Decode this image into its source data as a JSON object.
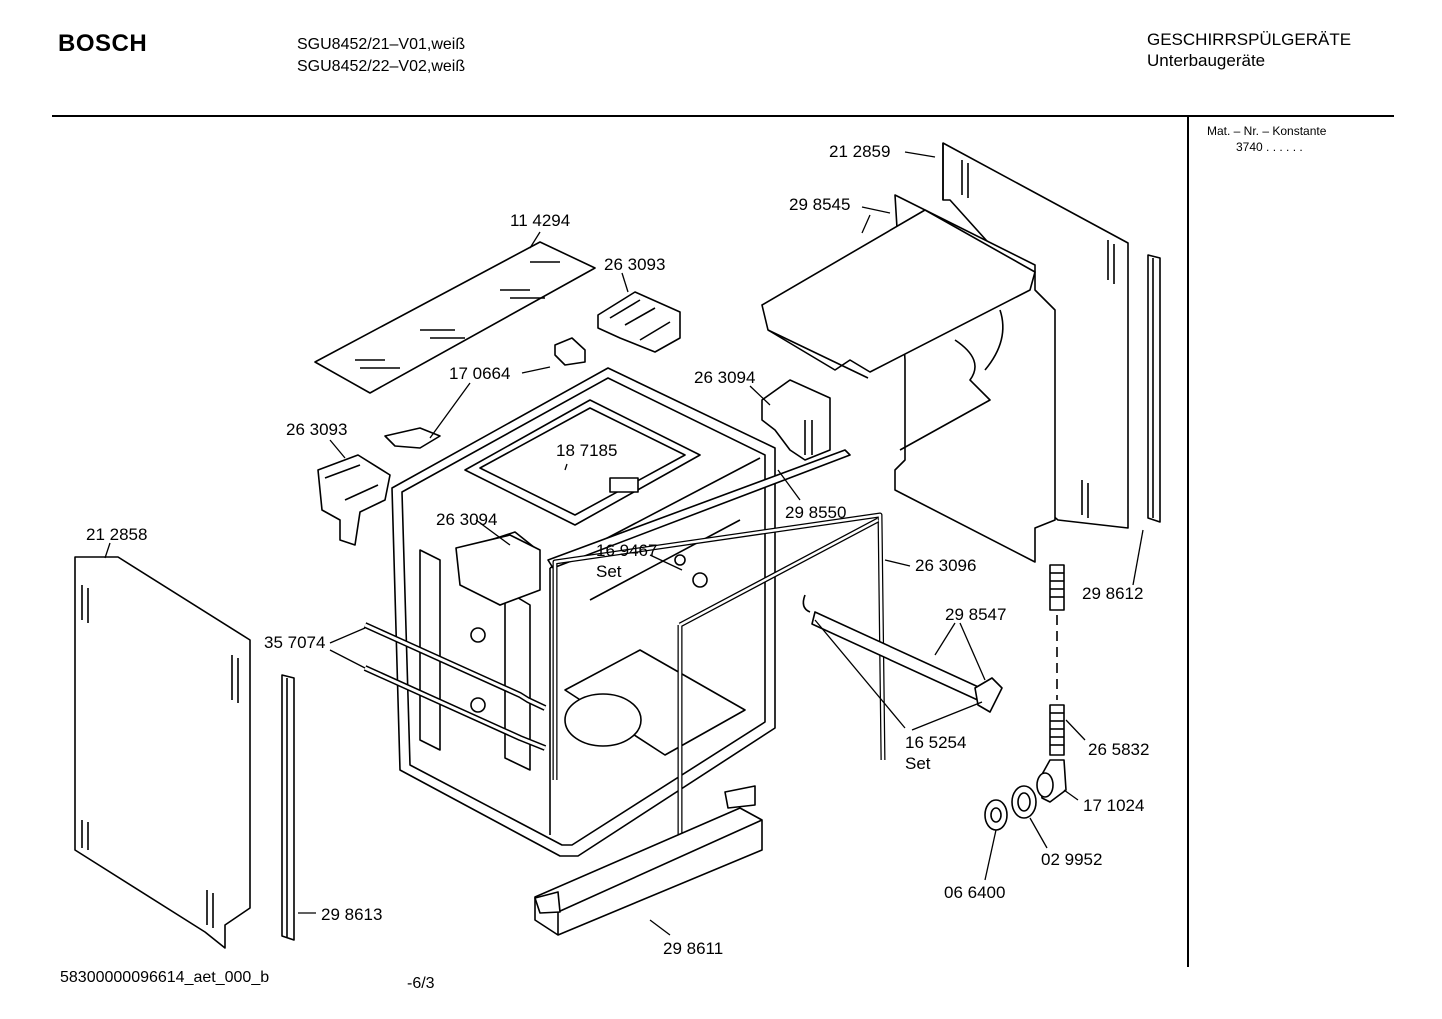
{
  "header": {
    "brand": "BOSCH",
    "models": [
      "SGU8452/21–V01,weiß",
      "SGU8452/22–V02,weiß"
    ],
    "category": "GESCHIRRSPÜLGERÄTE",
    "subcategory": "Unterbaugeräte"
  },
  "sidebar": {
    "mat_label": "Mat. – Nr. – Konstante",
    "mat_value": "3740 . .   . . . ."
  },
  "parts": {
    "p212859": "21 2859",
    "p298545": "29 8545",
    "p114294": "11 4294",
    "p263093a": "26 3093",
    "p170664": "17 0664",
    "p263094a": "26 3094",
    "p263093b": "26 3093",
    "p187185": "18 7185",
    "p298550": "29 8550",
    "p263094b": "26 3094",
    "p169467": "16 9467",
    "set1": "Set",
    "p212858": "21 2858",
    "p263096": "26 3096",
    "p298612": "29 8612",
    "p298547": "29 8547",
    "p357074": "35 7074",
    "p165254": "16 5254",
    "set2": "Set",
    "p265832": "26 5832",
    "p171024": "17 1024",
    "p029952": "02 9952",
    "p066400": "06 6400",
    "p298613": "29 8613",
    "p298611": "29 8611"
  },
  "footer": {
    "code": "58300000096614_aet_000_b",
    "page": "-6/3"
  }
}
